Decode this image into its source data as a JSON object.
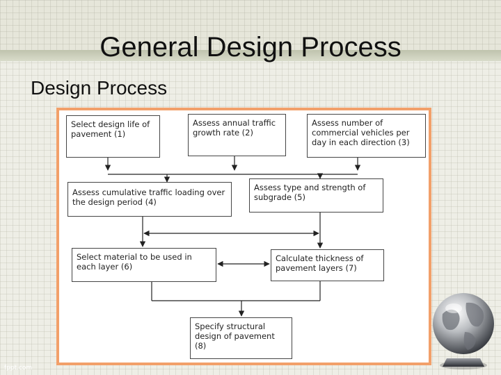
{
  "slide": {
    "title": "General Design Process",
    "subtitle": "Design Process",
    "watermark": "fppt.com"
  },
  "flowchart": {
    "steps": [
      {
        "id": "1",
        "text": "Select design life of pavement  (1)"
      },
      {
        "id": "2",
        "text": "Assess annual traffic growth rate  (2)"
      },
      {
        "id": "3",
        "text": "Assess number of commercial vehicles per day in each direction (3)"
      },
      {
        "id": "4",
        "text": "Assess cumulative traffic loading over the design period  (4)"
      },
      {
        "id": "5",
        "text": "Assess type and strength of subgrade  (5)"
      },
      {
        "id": "6",
        "text": "Select material to be used in each layer  (6)"
      },
      {
        "id": "7",
        "text": "Calculate thickness of pavement layers  (7)"
      },
      {
        "id": "8",
        "text": "Specify structural design of pavement (8)"
      }
    ],
    "colors": {
      "frame": "#f2a06a",
      "line": "#222222"
    }
  }
}
